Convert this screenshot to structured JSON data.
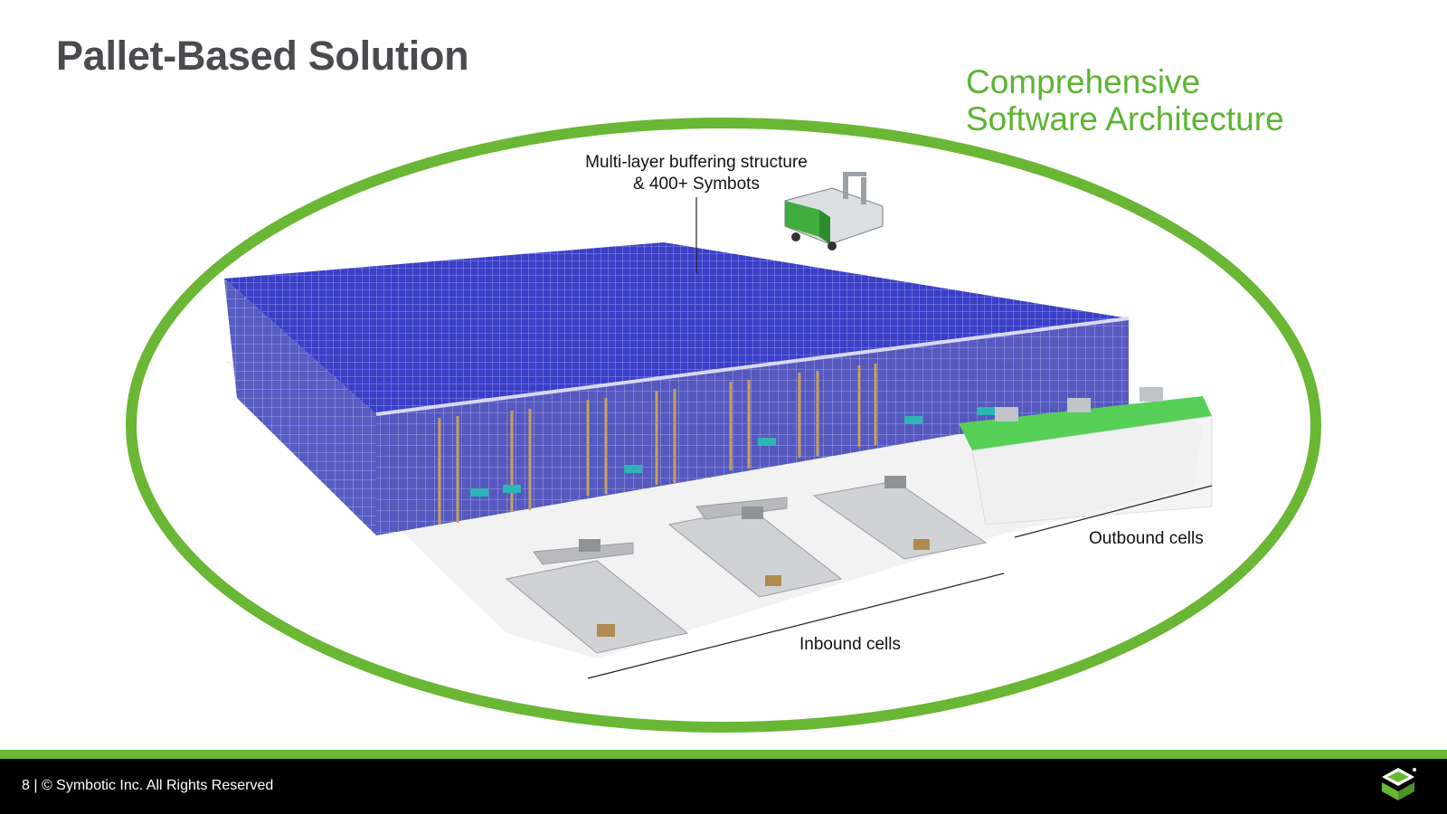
{
  "slide": {
    "title": "Pallet-Based Solution",
    "subtitle": {
      "line1": "Comprehensive",
      "line2": "Software Architecture"
    }
  },
  "callouts": {
    "top_line1": "Multi-layer buffering structure",
    "top_line2": "& 400+ Symbots",
    "outbound": "Outbound cells",
    "inbound": "Inbound cells"
  },
  "footer": {
    "text": "8 |  © Symbotic Inc.  All Rights Reserved",
    "logo": "symbotic-logo-icon"
  },
  "colors": {
    "accent_green": "#69b734",
    "title_gray": "#4a4a4f",
    "rack_blue": "#3b3fc4",
    "footer_black": "#000000"
  }
}
